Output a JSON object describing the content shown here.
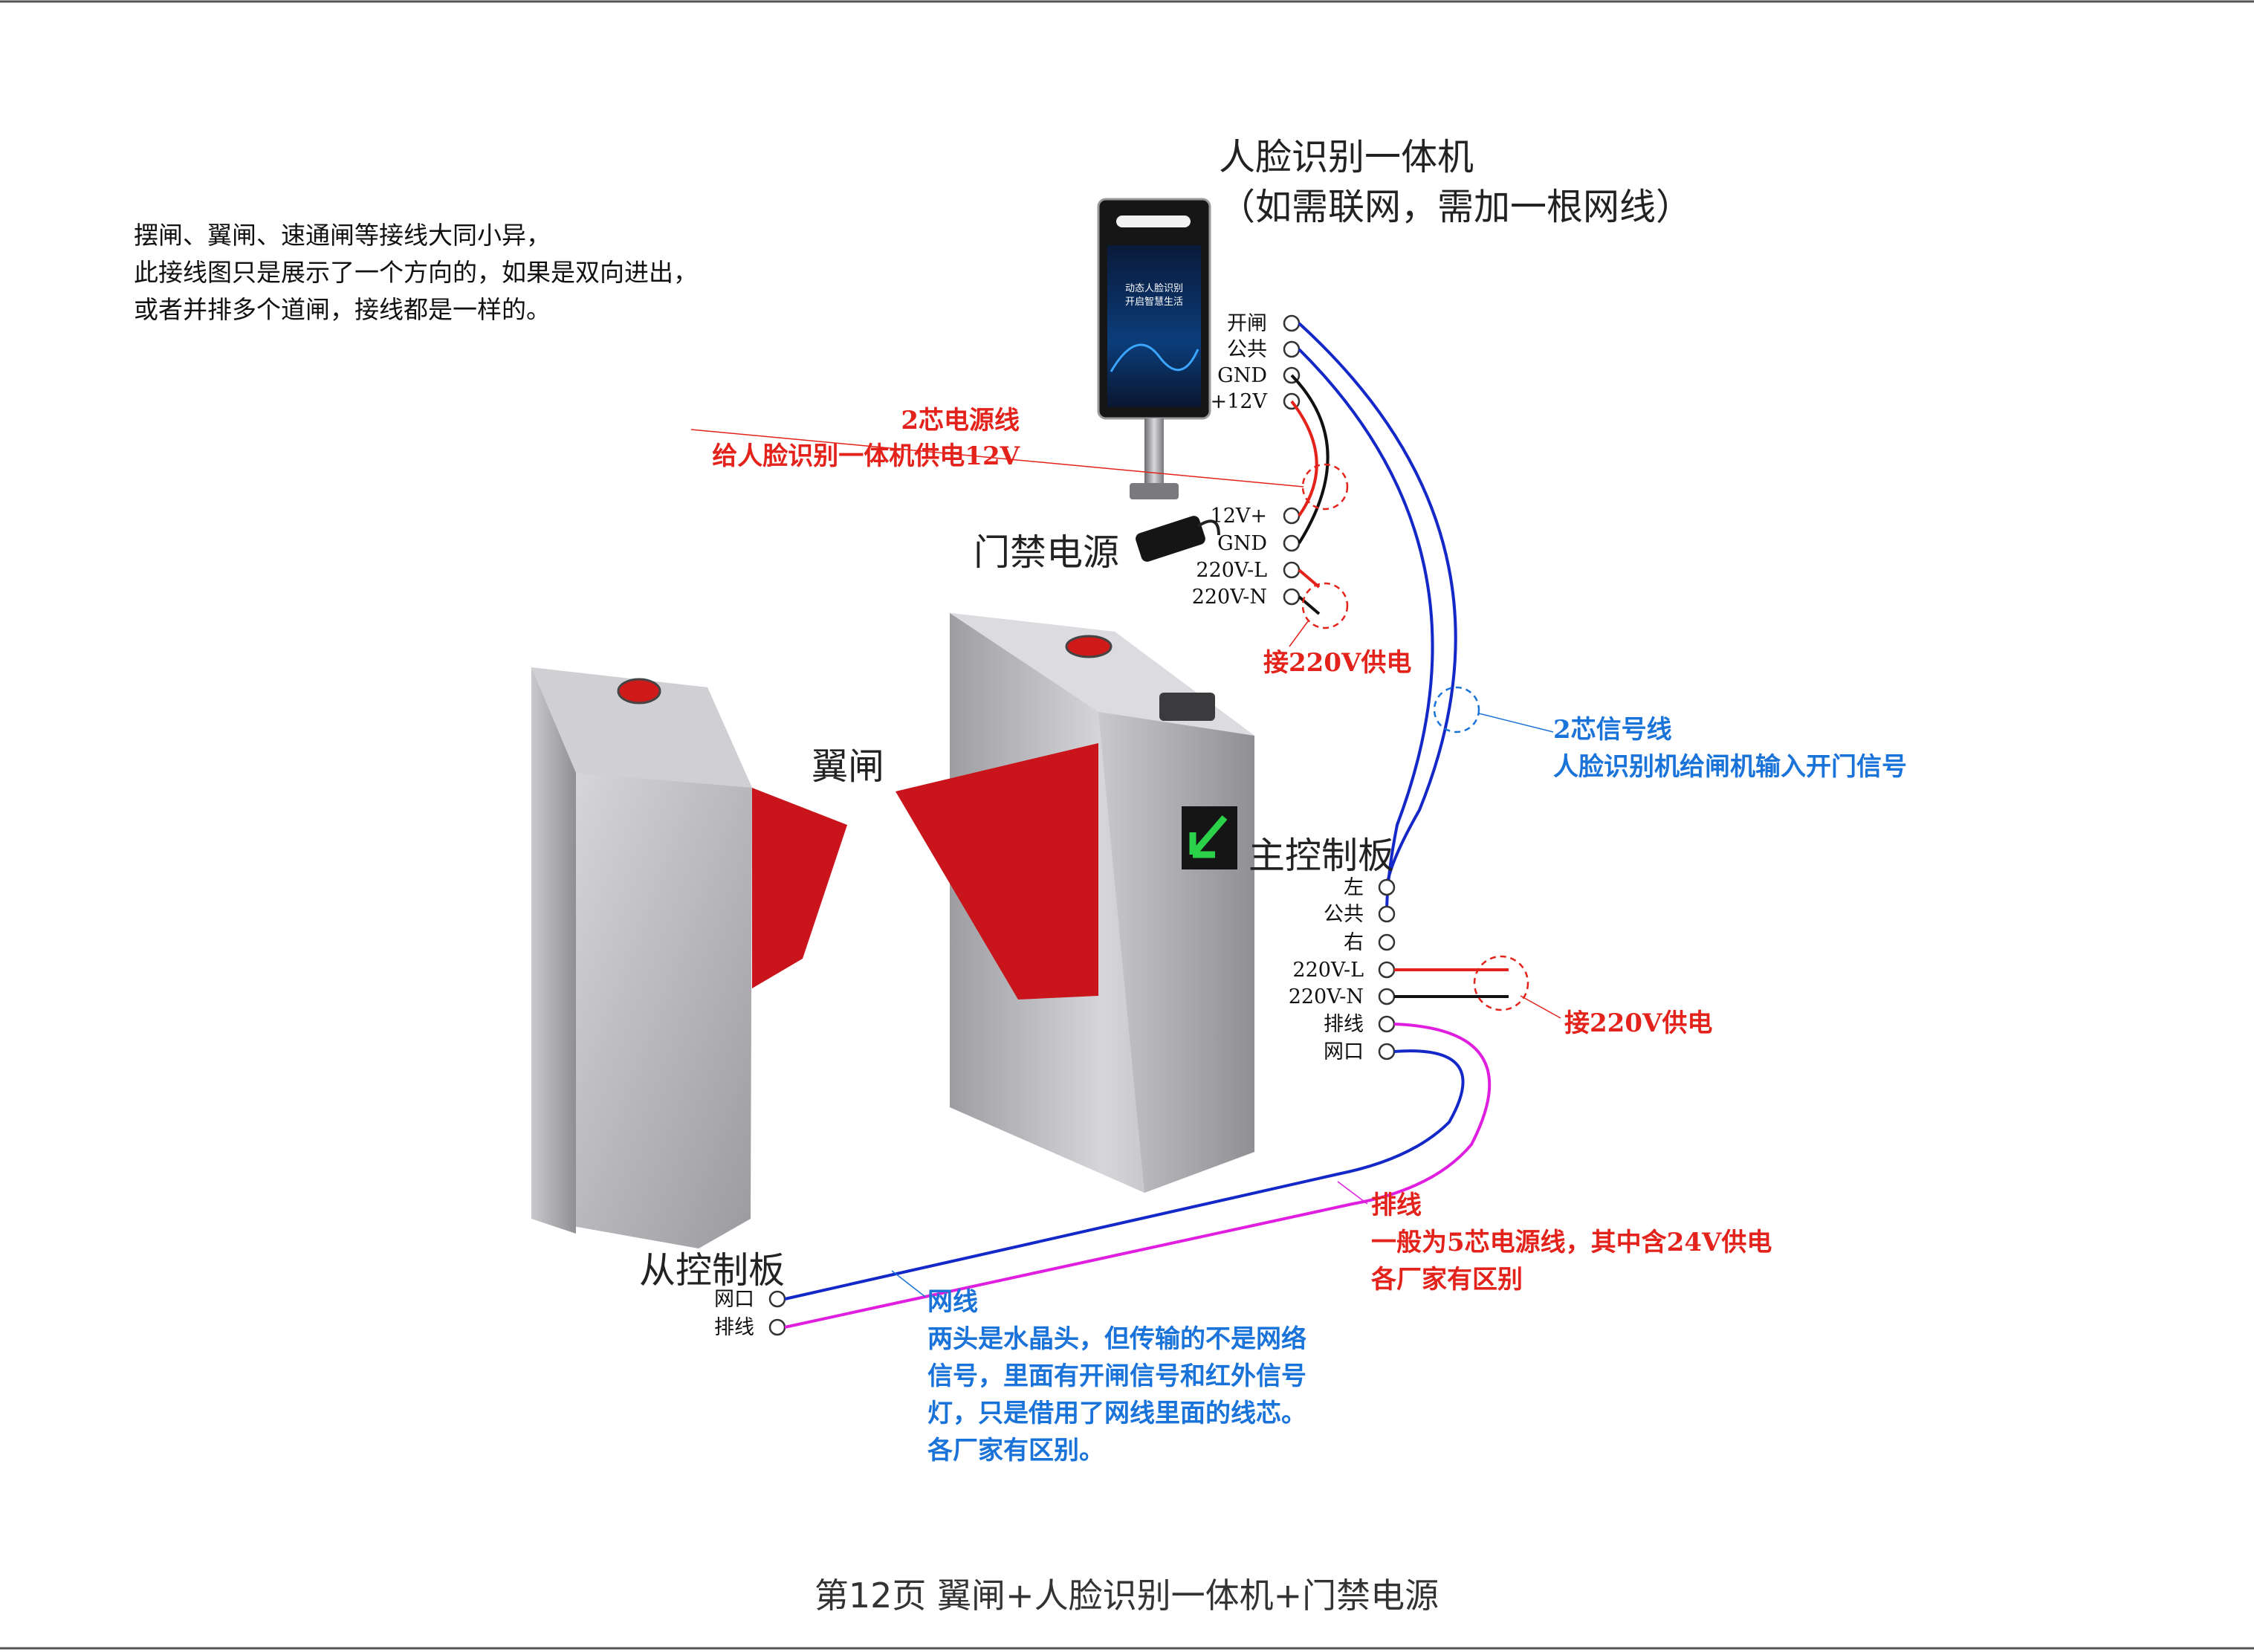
{
  "intro_notes": [
    "摆闸、翼闸、速通闸等接线大同小异，",
    "此接线图只是展示了一个方向的，如果是双向进出，",
    "或者并排多个道闸，接线都是一样的。"
  ],
  "face_device": {
    "title": "人脸识别一体机",
    "subtitle": "（如需联网，需加一根网线）",
    "screen_text": [
      "动态人脸识别",
      "开启智慧生活"
    ],
    "terminals": [
      "开闸",
      "公共",
      "GND",
      "+12V"
    ]
  },
  "access_power": {
    "title": "门禁电源",
    "terminals": [
      "12V+",
      "GND",
      "220V-L",
      "220V-N"
    ]
  },
  "annotations": {
    "power_cable_title": "2芯电源线",
    "power_cable_desc": "给人脸识别一体机供电12V",
    "power_220_a": "接220V供电",
    "signal_cable_title": "2芯信号线",
    "signal_cable_desc": "人脸识别机给闸机输入开门信号",
    "power_220_b": "接220V供电",
    "ribbon_title": "排线",
    "ribbon_desc": [
      "一般为5芯电源线，其中含24V供电",
      "各厂家有区别"
    ],
    "network_title": "网线",
    "network_desc": [
      "两头是水晶头，但传输的不是网络",
      "信号，里面有开闸信号和红外信号",
      "灯，只是借用了网线里面的线芯。",
      "各厂家有区别。"
    ]
  },
  "gate": {
    "label": "翼闸"
  },
  "main_board": {
    "title": "主控制板",
    "terminals": [
      "左",
      "公共",
      "右",
      "220V-L",
      "220V-N",
      "排线",
      "网口"
    ]
  },
  "slave_board": {
    "title": "从控制板",
    "terminals": [
      "网口",
      "排线"
    ]
  },
  "footer": "第12页  翼闸+人脸识别一体机+门禁电源",
  "colors": {
    "power_red": "#e3231b",
    "signal_blue": "#1a73d9",
    "wire_blue": "#1428c8",
    "wire_magenta": "#e01ee0",
    "flap_red": "#c8141a",
    "steel": "#b8b8bc"
  }
}
